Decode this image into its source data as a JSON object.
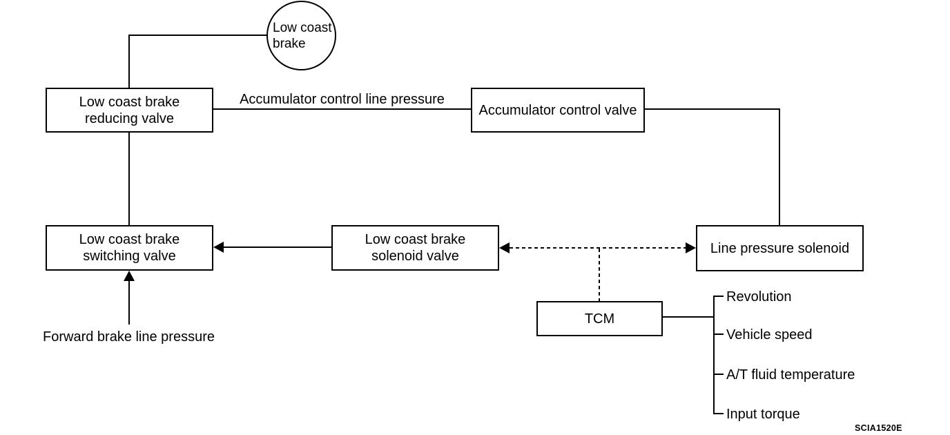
{
  "diagram": {
    "figure_code": "SCIA1520E",
    "nodes": {
      "low_coast_brake": {
        "label": "Low coast\nbrake",
        "shape": "circle"
      },
      "reducing_valve": {
        "label": "Low coast brake\nreducing valve",
        "shape": "rect"
      },
      "accumulator_control_valve": {
        "label": "Accumulator control valve",
        "shape": "rect"
      },
      "switching_valve": {
        "label": "Low coast brake\nswitching valve",
        "shape": "rect"
      },
      "solenoid_valve": {
        "label": "Low coast brake\nsolenoid valve",
        "shape": "rect"
      },
      "line_pressure_solenoid": {
        "label": "Line pressure solenoid",
        "shape": "rect"
      },
      "tcm": {
        "label": "TCM",
        "shape": "rect"
      }
    },
    "edge_labels": {
      "accumulator_control_line_pressure": "Accumulator control line pressure",
      "forward_brake_line_pressure": "Forward brake line pressure"
    },
    "tcm_inputs": [
      "Revolution",
      "Vehicle speed",
      "A/T fluid temperature",
      "Input torque"
    ],
    "colors": {
      "line": "#000000",
      "background": "#ffffff",
      "text": "#000000"
    }
  }
}
